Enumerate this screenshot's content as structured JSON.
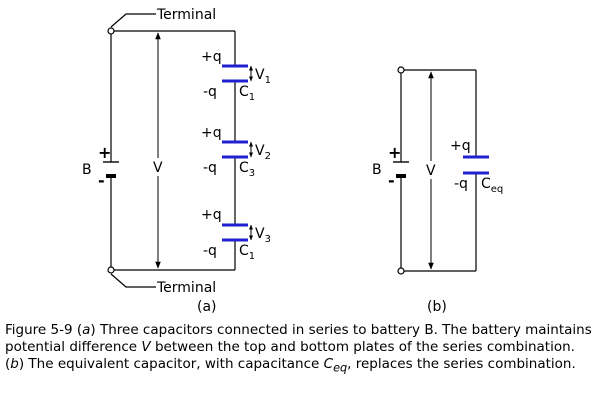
{
  "labels": {
    "terminal_top": "Terminal",
    "terminal_bottom": "Terminal",
    "part_a": "(a)",
    "part_b": "(b)",
    "battery": "B",
    "voltage": "V",
    "plus_sign": "+",
    "minus_sign": "-",
    "plus_q": "+q",
    "minus_q": "-q"
  },
  "capacitors_a": [
    {
      "volt_main": "V",
      "volt_sub": "1",
      "cap_main": "C",
      "cap_sub": "1"
    },
    {
      "volt_main": "V",
      "volt_sub": "2",
      "cap_main": "C",
      "cap_sub": "3"
    },
    {
      "volt_main": "V",
      "volt_sub": "3",
      "cap_main": "C",
      "cap_sub": "1"
    }
  ],
  "capacitor_b": {
    "cap_main": "C",
    "cap_sub": "eq"
  },
  "caption": {
    "fig_num": "Figure 5-9 (",
    "a": "a",
    "p1": ") Three capacitors connected in series to battery B. The battery maintains potential difference ",
    "V": "V",
    "p2": " between the top and bottom plates of the series combination. (",
    "b": "b",
    "p3": ") The equivalent capacitor, with capacitance ",
    "Ceq_C": "C",
    "Ceq_sub": "eq",
    "p4": ", replaces the series combination."
  },
  "colors": {
    "plate": "#2020d0",
    "wire": "#000000"
  }
}
